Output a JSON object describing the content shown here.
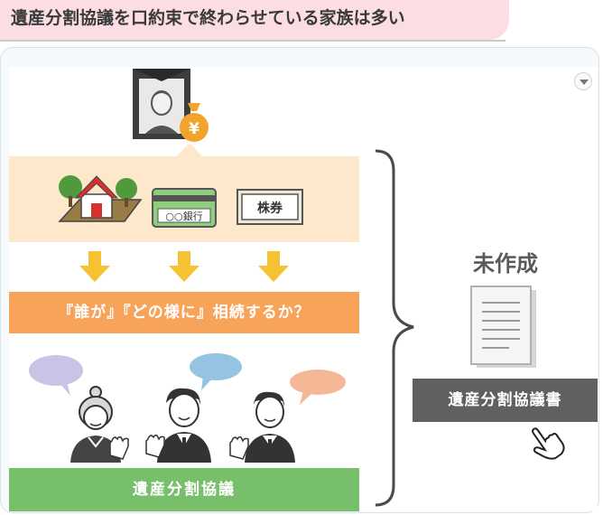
{
  "header": {
    "title": "遺産分割協議を口約束で終わらせている家族は多い"
  },
  "diagram": {
    "bank_card_label": "○○銀行",
    "stock_label": "株券",
    "inheritance_question": "『誰が』『どの様に』相続するか？",
    "meeting_label": "遺産分割協議",
    "status_text": "未作成",
    "document_label": "遺産分割協議書",
    "money_bag_symbol": "¥"
  },
  "icons": {
    "portrait": "deceased-portrait-icon",
    "money": "money-bag-icon",
    "house": "house-icon",
    "card": "bank-card-icon",
    "stock": "stock-certificate-icon",
    "arrow": "arrow-down-icon",
    "document": "document-icon",
    "cursor": "hand-pointer-icon"
  },
  "colors": {
    "title_bg": "#fbdde3",
    "asset_band": "#fde8cc",
    "question_band": "#f7a35a",
    "meeting_band": "#78bf6c",
    "arrow": "#f5c233",
    "document_label_bg": "#606060"
  }
}
